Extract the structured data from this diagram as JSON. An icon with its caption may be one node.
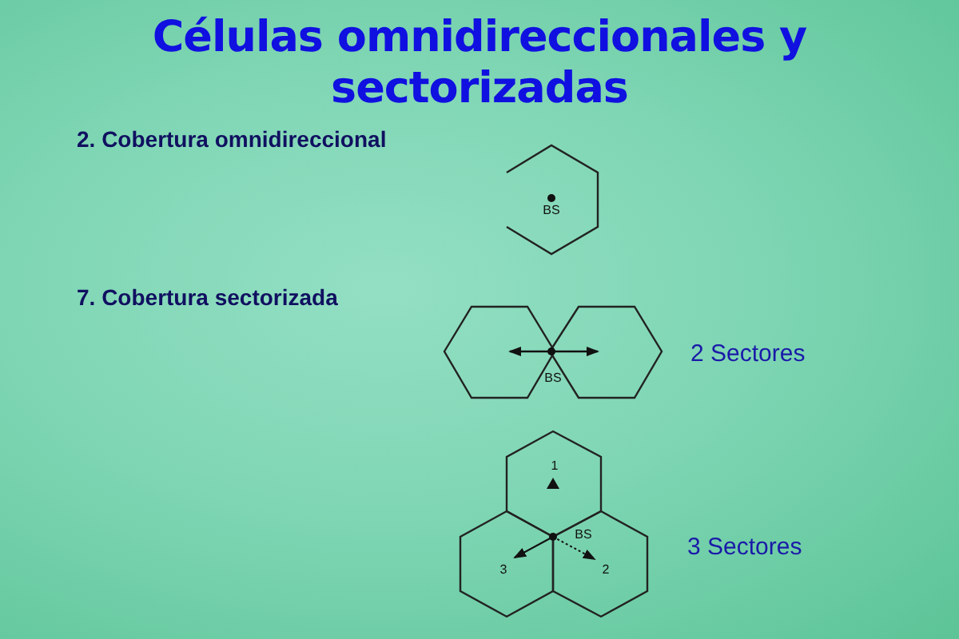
{
  "diagram": {
    "title": "Células omnidireccionales y sectorizadas",
    "labels": [
      "2.  Cobertura omnidireccional",
      "BS",
      "7.  Cobertura sectorizada",
      "BS",
      "2 Sectores",
      "1",
      "BS",
      "3",
      "2",
      "3 Sectores"
    ]
  }
}
